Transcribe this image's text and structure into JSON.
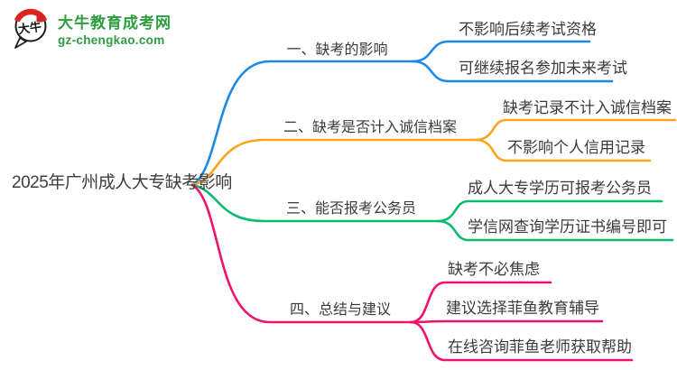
{
  "site": {
    "logo_title": "大牛教育成考网",
    "logo_domain": "gz-chengkao.com",
    "logo_icon_text": "大牛",
    "brand_green": "#2E9E41",
    "logo_hat_red": "#D9251C",
    "logo_seal_red": "#C62828"
  },
  "mindmap": {
    "root": "2025年广州成人大专缺考影响",
    "text_color": "#3b3b3b",
    "branches": [
      {
        "label": "一、缺考的影响",
        "color": "#1E88E5",
        "children": [
          "不影响后续考试资格",
          "可继续报名参加未来考试"
        ]
      },
      {
        "label": "二、缺考是否计入诚信档案",
        "color": "#F9A61B",
        "children": [
          "缺考记录不计入诚信档案",
          "不影响个人信用记录"
        ]
      },
      {
        "label": "三、能否报考公务员",
        "color": "#0ABB6E",
        "children": [
          "成人大专学历可报考公务员",
          "学信网查询学历证书编号即可"
        ]
      },
      {
        "label": "四、总结与建议",
        "color": "#F0136E",
        "children": [
          "缺考不必焦虑",
          "建议选择菲鱼教育辅导",
          "在线咨询菲鱼老师获取帮助"
        ]
      }
    ]
  }
}
